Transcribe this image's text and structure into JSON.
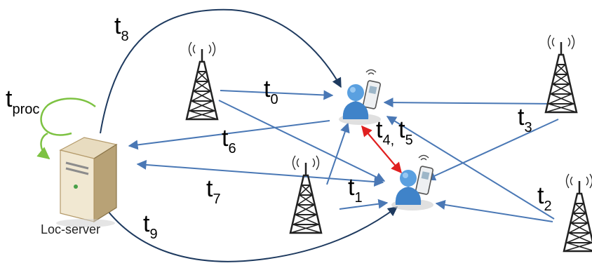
{
  "diagram": {
    "server_caption": "Loc-server",
    "labels": {
      "t8": {
        "main": "t",
        "sub": "8"
      },
      "tproc": {
        "main": "t",
        "sub": "proc"
      },
      "t0": {
        "main": "t",
        "sub": "0"
      },
      "t6": {
        "main": "t",
        "sub": "6"
      },
      "t45": {
        "main": "t",
        "sub": "4,",
        "main2": "t",
        "sub2": "5"
      },
      "t3": {
        "main": "t",
        "sub": "3"
      },
      "t7": {
        "main": "t",
        "sub": "7"
      },
      "t1": {
        "main": "t",
        "sub": "1"
      },
      "t2": {
        "main": "t",
        "sub": "2"
      },
      "t9": {
        "main": "t",
        "sub": "9"
      }
    },
    "colors": {
      "arrow": "#4a78b5",
      "dark_arrow": "#1e3a5f",
      "peer_link": "#e02020",
      "loop": "#7dc242",
      "tower": "#222222"
    }
  }
}
